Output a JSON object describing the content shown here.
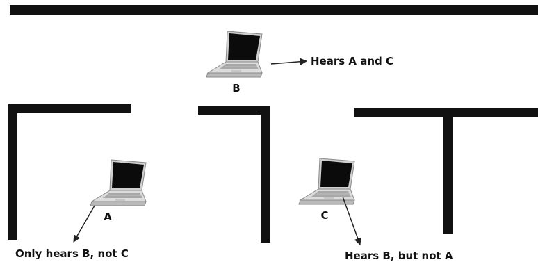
{
  "colors": {
    "wall": "#111111",
    "arrow": "#222222",
    "background": "#ffffff"
  },
  "laptops": {
    "a": {
      "name": "A",
      "icon": "laptop-icon"
    },
    "b": {
      "name": "B",
      "icon": "laptop-icon"
    },
    "c": {
      "name": "C",
      "icon": "laptop-icon"
    }
  },
  "annotations": {
    "b_hears": "Hears A and C",
    "a_hears": "Only hears B, not C",
    "c_hears": "Hears B, but not A"
  }
}
